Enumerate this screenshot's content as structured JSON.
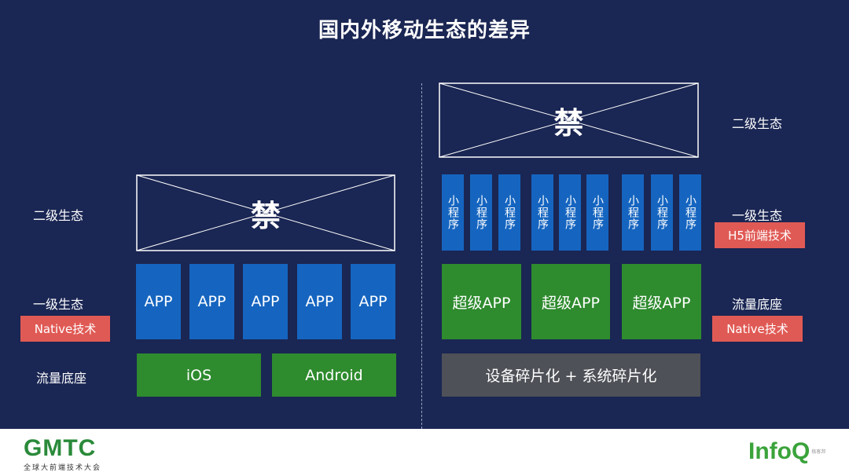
{
  "slide": {
    "title": "国内外移动生态的差异"
  },
  "left": {
    "labels": {
      "level2": "二级生态",
      "level1": "一级生态",
      "base": "流量底座"
    },
    "forbidden": "禁",
    "native_tag": "Native技术",
    "apps": [
      "APP",
      "APP",
      "APP",
      "APP",
      "APP"
    ],
    "platforms": [
      "iOS",
      "Android"
    ]
  },
  "right": {
    "labels": {
      "level2": "二级生态",
      "level1": "一级生态",
      "base": "流量底座"
    },
    "forbidden": "禁",
    "h5_tag": "H5前端技术",
    "native_tag": "Native技术",
    "mini_programs": [
      "小程序",
      "小程序",
      "小程序",
      "小程序",
      "小程序",
      "小程序",
      "小程序",
      "小程序",
      "小程序"
    ],
    "super_apps": [
      "超级APP",
      "超级APP",
      "超级APP"
    ],
    "fragmentation": "设备碎片化 + 系统碎片化"
  },
  "footer": {
    "gmtc_logo": "GMTC",
    "gmtc_sub": "全球大前端技术大会",
    "infoq_logo": "InfoQ",
    "infoq_tm": "极客邦"
  },
  "colors": {
    "background": "#1a2653",
    "app_blue": "#1565c0",
    "green": "#2e8b2e",
    "grey": "#4e5157",
    "red_tag": "#e05a55"
  }
}
